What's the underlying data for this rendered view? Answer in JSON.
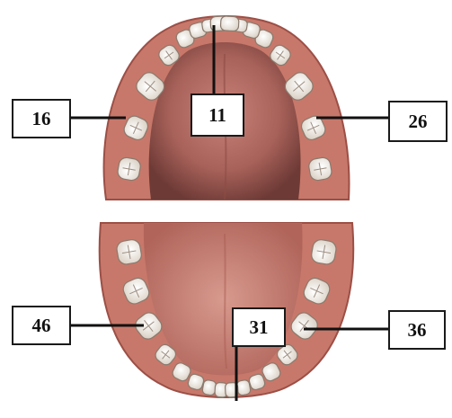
{
  "labels": {
    "upper_right_molar": "16",
    "upper_central_incisor": "11",
    "upper_left_molar": "26",
    "lower_right_molar": "46",
    "lower_central_incisor": "31",
    "lower_left_molar": "36"
  },
  "colors": {
    "background": "#ffffff",
    "gum": "#c8786a",
    "gum_shadow": "#9c4f46",
    "palate": "#b56a62",
    "palate_dark": "#6e3a36",
    "tongue": "#c97f74",
    "tooth": "#f1ece4",
    "tooth_edge": "#8a7a6e",
    "line": "#111111"
  }
}
